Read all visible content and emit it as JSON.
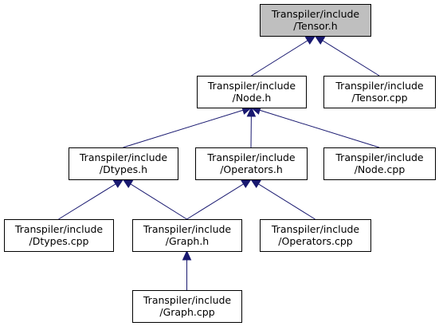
{
  "diagram": {
    "type": "include-dependency-graph",
    "colors": {
      "root_fill": "#bfbfbf",
      "node_fill": "#ffffff",
      "node_border": "#000000",
      "edge": "#191970",
      "text": "#000000"
    },
    "nodes": [
      {
        "id": "tensor_h",
        "lines": [
          "Transpiler/include",
          "/Tensor.h"
        ],
        "highlighted": true
      },
      {
        "id": "node_h",
        "lines": [
          "Transpiler/include",
          "/Node.h"
        ]
      },
      {
        "id": "tensor_cpp",
        "lines": [
          "Transpiler/include",
          "/Tensor.cpp"
        ]
      },
      {
        "id": "dtypes_h",
        "lines": [
          "Transpiler/include",
          "/Dtypes.h"
        ]
      },
      {
        "id": "operators_h",
        "lines": [
          "Transpiler/include",
          "/Operators.h"
        ]
      },
      {
        "id": "node_cpp",
        "lines": [
          "Transpiler/include",
          "/Node.cpp"
        ]
      },
      {
        "id": "dtypes_cpp",
        "lines": [
          "Transpiler/include",
          "/Dtypes.cpp"
        ]
      },
      {
        "id": "graph_h",
        "lines": [
          "Transpiler/include",
          "/Graph.h"
        ]
      },
      {
        "id": "operators_cpp",
        "lines": [
          "Transpiler/include",
          "/Operators.cpp"
        ]
      },
      {
        "id": "graph_cpp",
        "lines": [
          "Transpiler/include",
          "/Graph.cpp"
        ]
      }
    ],
    "edges": [
      {
        "from": "node_h",
        "to": "tensor_h"
      },
      {
        "from": "tensor_cpp",
        "to": "tensor_h"
      },
      {
        "from": "dtypes_h",
        "to": "node_h"
      },
      {
        "from": "operators_h",
        "to": "node_h"
      },
      {
        "from": "node_cpp",
        "to": "node_h"
      },
      {
        "from": "dtypes_cpp",
        "to": "dtypes_h"
      },
      {
        "from": "graph_h",
        "to": "dtypes_h"
      },
      {
        "from": "graph_h",
        "to": "operators_h"
      },
      {
        "from": "operators_cpp",
        "to": "operators_h"
      },
      {
        "from": "graph_cpp",
        "to": "graph_h"
      }
    ]
  }
}
